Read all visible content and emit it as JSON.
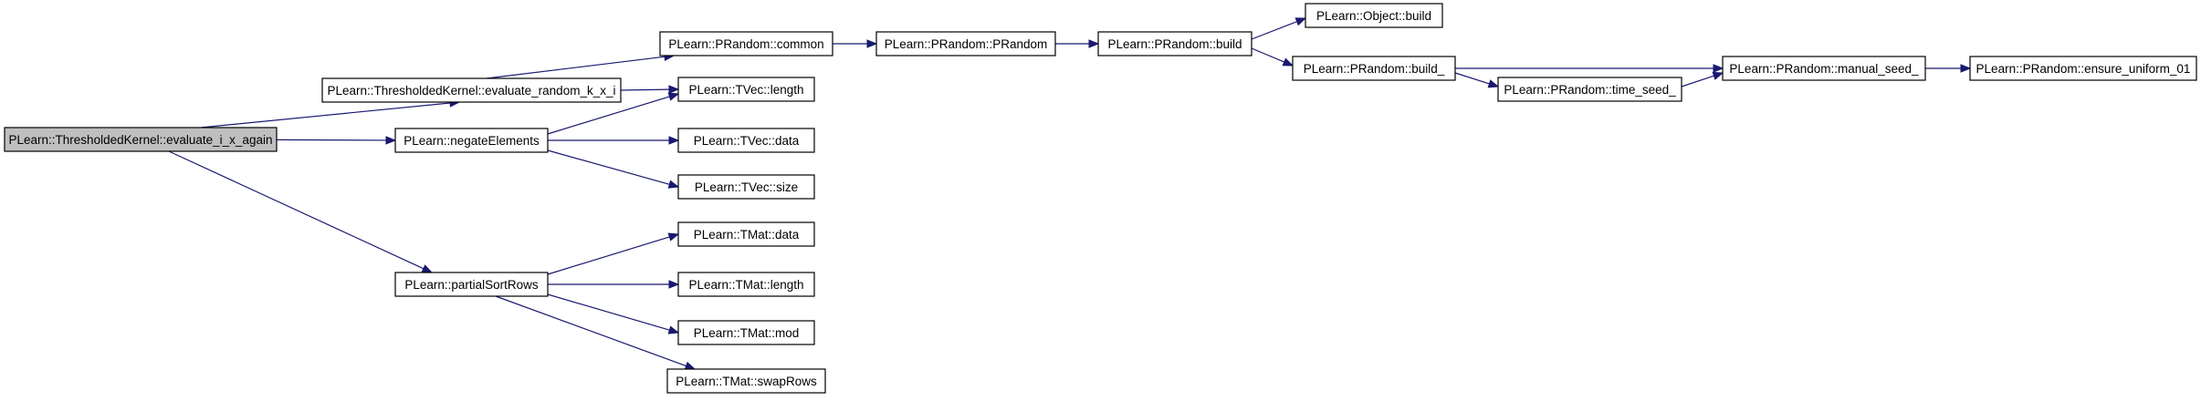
{
  "diagram": {
    "type": "call-graph",
    "colors": {
      "edge": "#191970",
      "node_border": "#000000",
      "root_fill": "#bfbfbf",
      "node_fill": "#ffffff"
    },
    "nodes": [
      {
        "id": "root",
        "label": "PLearn::ThresholdedKernel::evaluate_i_x_again",
        "root": true
      },
      {
        "id": "erk",
        "label": "PLearn::ThresholdedKernel::evaluate_random_k_x_i"
      },
      {
        "id": "neg",
        "label": "PLearn::negateElements"
      },
      {
        "id": "psr",
        "label": "PLearn::partialSortRows"
      },
      {
        "id": "prc",
        "label": "PLearn::PRandom::common"
      },
      {
        "id": "tvl",
        "label": "PLearn::TVec::length"
      },
      {
        "id": "tvd",
        "label": "PLearn::TVec::data"
      },
      {
        "id": "tvs",
        "label": "PLearn::TVec::size"
      },
      {
        "id": "tmd",
        "label": "PLearn::TMat::data"
      },
      {
        "id": "tml",
        "label": "PLearn::TMat::length"
      },
      {
        "id": "tmm",
        "label": "PLearn::TMat::mod"
      },
      {
        "id": "tms",
        "label": "PLearn::TMat::swapRows"
      },
      {
        "id": "prp",
        "label": "PLearn::PRandom::PRandom"
      },
      {
        "id": "prb",
        "label": "PLearn::PRandom::build"
      },
      {
        "id": "obj",
        "label": "PLearn::Object::build"
      },
      {
        "id": "pbu",
        "label": "PLearn::PRandom::build_"
      },
      {
        "id": "pts",
        "label": "PLearn::PRandom::time_seed_"
      },
      {
        "id": "pms",
        "label": "PLearn::PRandom::manual_seed_"
      },
      {
        "id": "peu",
        "label": "PLearn::PRandom::ensure_uniform_01"
      }
    ],
    "edges": [
      {
        "from": "root",
        "to": "erk"
      },
      {
        "from": "root",
        "to": "neg"
      },
      {
        "from": "root",
        "to": "psr"
      },
      {
        "from": "erk",
        "to": "prc"
      },
      {
        "from": "erk",
        "to": "tvl"
      },
      {
        "from": "neg",
        "to": "tvl"
      },
      {
        "from": "neg",
        "to": "tvd"
      },
      {
        "from": "neg",
        "to": "tvs"
      },
      {
        "from": "psr",
        "to": "tmd"
      },
      {
        "from": "psr",
        "to": "tml"
      },
      {
        "from": "psr",
        "to": "tmm"
      },
      {
        "from": "psr",
        "to": "tms"
      },
      {
        "from": "prc",
        "to": "prp"
      },
      {
        "from": "prp",
        "to": "prb"
      },
      {
        "from": "prb",
        "to": "obj"
      },
      {
        "from": "prb",
        "to": "pbu"
      },
      {
        "from": "pbu",
        "to": "pms"
      },
      {
        "from": "pbu",
        "to": "pts"
      },
      {
        "from": "pts",
        "to": "pms"
      },
      {
        "from": "pms",
        "to": "peu"
      }
    ]
  }
}
